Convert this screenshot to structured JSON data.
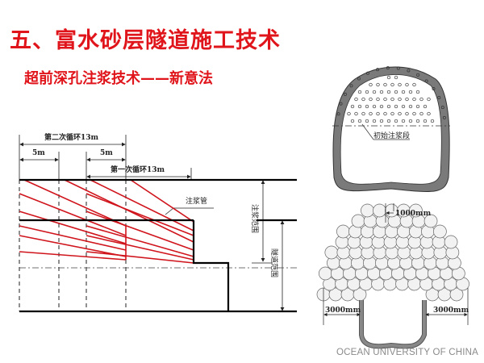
{
  "slide": {
    "title": "五、富水砂层隧道施工技术",
    "subtitle": "超前深孔注浆技术——新意法",
    "footer": "OCEAN UNIVERSITY OF CHINA"
  },
  "left_diagram": {
    "second_cycle": "第二次循环13m",
    "first_cycle": "第一次循环13m",
    "dim_5m_left": "5m",
    "dim_5m_right": "5m",
    "grout_pipe": "注浆管",
    "grout_range": "注浆范围",
    "tunnel_range": "隧道范围",
    "colors": {
      "pipe": "#d0141c",
      "line": "#000000"
    }
  },
  "right_top_diagram": {
    "initial_grout_section": "初始注浆段",
    "lining_color": "#7a7a7a"
  },
  "right_bottom_diagram": {
    "spacing": "1000mm",
    "left_width": "3000mm",
    "right_width": "3000mm"
  }
}
